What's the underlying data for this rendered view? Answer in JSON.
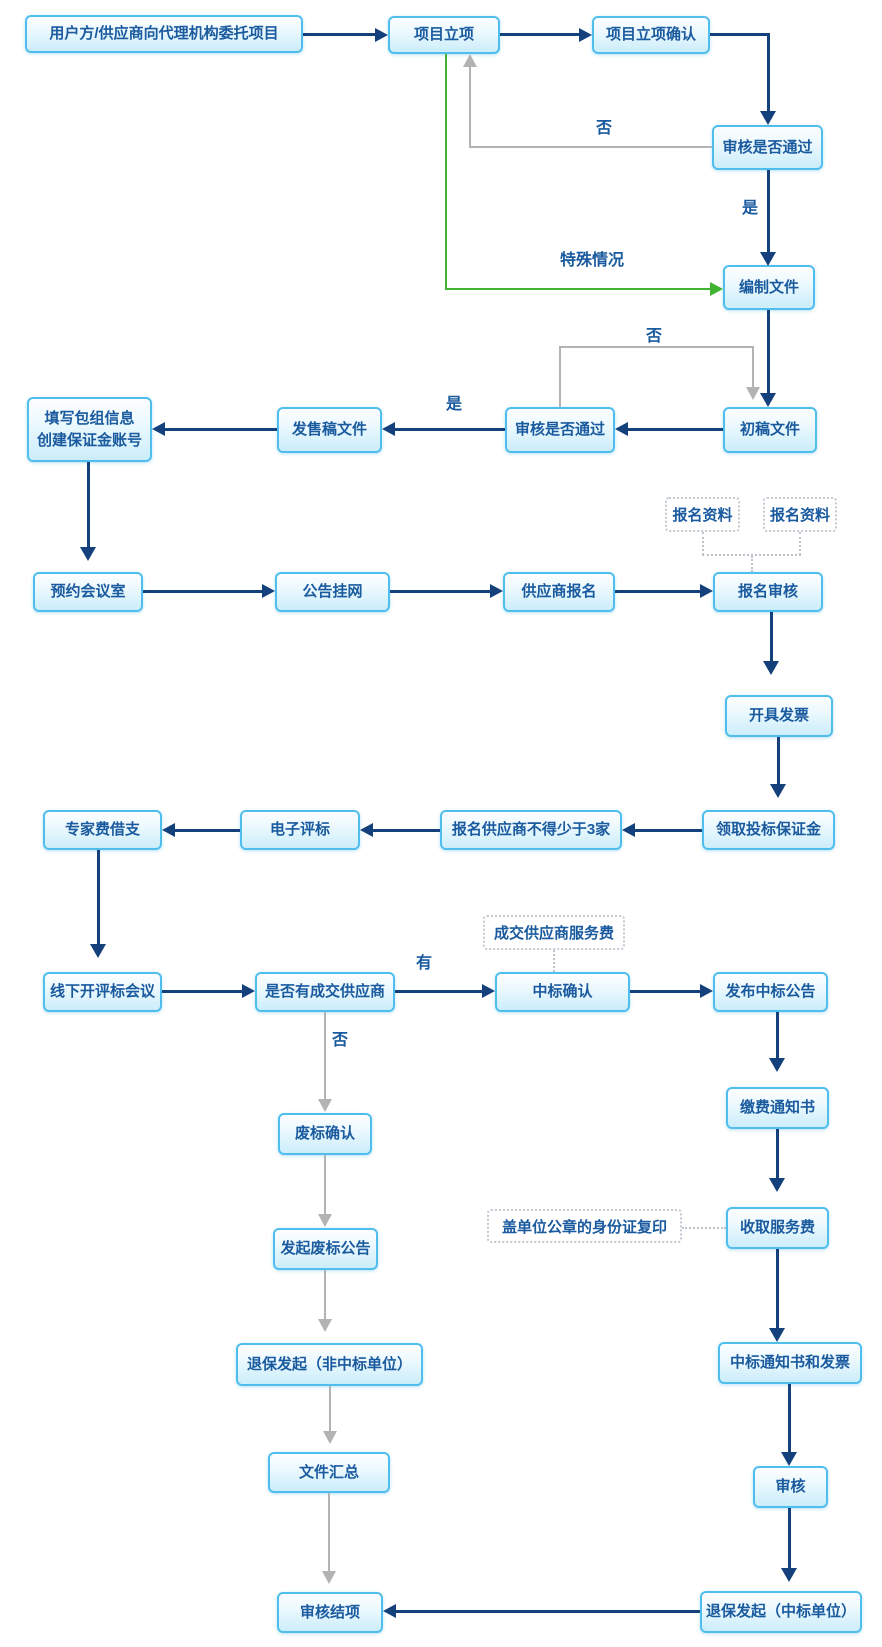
{
  "nodes": {
    "entrust": {
      "label": "用户方/供应商向代理机构委托项目"
    },
    "project_init": {
      "label": "项目立项"
    },
    "project_init_confirm": {
      "label": "项目立项确认"
    },
    "review_pass_1": {
      "label": "审核是否通过"
    },
    "compile_doc": {
      "label": "编制文件"
    },
    "draft_doc": {
      "label": "初稿文件"
    },
    "review_pass_2": {
      "label": "审核是否通过"
    },
    "sale_doc": {
      "label": "发售稿文件"
    },
    "fill_package": {
      "label": "填写包组信息\n创建保证金账号"
    },
    "book_meeting_room": {
      "label": "预约会议室"
    },
    "publish_notice": {
      "label": "公告挂网"
    },
    "supplier_signup": {
      "label": "供应商报名"
    },
    "signup_review": {
      "label": "报名审核"
    },
    "issue_invoice": {
      "label": "开具发票"
    },
    "collect_bid_deposit": {
      "label": "领取投标保证金"
    },
    "min_three_suppliers": {
      "label": "报名供应商不得少于3家"
    },
    "e_evaluation": {
      "label": "电子评标"
    },
    "expert_fee_advance": {
      "label": "专家费借支"
    },
    "offline_bid_meeting": {
      "label": "线下开评标会议"
    },
    "has_deal_supplier": {
      "label": "是否有成交供应商"
    },
    "award_confirm": {
      "label": "中标确认"
    },
    "publish_award_notice": {
      "label": "发布中标公告"
    },
    "failed_bid_confirm": {
      "label": "废标确认"
    },
    "failed_bid_notice": {
      "label": "发起废标公告"
    },
    "refund_non_winner": {
      "label": "退保发起（非中标单位）"
    },
    "doc_summary": {
      "label": "文件汇总"
    },
    "review_close": {
      "label": "审核结项"
    },
    "payment_notice": {
      "label": "缴费通知书"
    },
    "collect_service_fee": {
      "label": "收取服务费"
    },
    "award_notice_invoice": {
      "label": "中标通知书和发票"
    },
    "review_final": {
      "label": "审核"
    },
    "refund_winner": {
      "label": "退保发起（中标单位）"
    }
  },
  "notes": {
    "signup_material_1": {
      "label": "报名资料"
    },
    "signup_material_2": {
      "label": "报名资料"
    },
    "deal_supplier_fee": {
      "label": "成交供应商服务费"
    },
    "id_copy_sealed": {
      "label": "盖单位公章的身份证复印"
    }
  },
  "edge_labels": {
    "no_1": "否",
    "yes_1": "是",
    "special_case": "特殊情况",
    "no_2": "否",
    "yes_2": "是",
    "have": "有",
    "no_3": "否"
  },
  "edges": [
    {
      "from": "entrust",
      "to": "project_init",
      "color": "navy"
    },
    {
      "from": "project_init",
      "to": "project_init_confirm",
      "color": "navy"
    },
    {
      "from": "project_init_confirm",
      "to": "review_pass_1",
      "color": "navy"
    },
    {
      "from": "review_pass_1",
      "to": "project_init",
      "label": "否",
      "color": "gray"
    },
    {
      "from": "review_pass_1",
      "to": "compile_doc",
      "label": "是",
      "color": "navy"
    },
    {
      "from": "project_init",
      "to": "compile_doc",
      "label": "特殊情况",
      "color": "green"
    },
    {
      "from": "compile_doc",
      "to": "draft_doc",
      "color": "navy"
    },
    {
      "from": "review_pass_2",
      "to": "draft_doc",
      "label": "否",
      "color": "gray"
    },
    {
      "from": "draft_doc",
      "to": "review_pass_2",
      "color": "navy"
    },
    {
      "from": "review_pass_2",
      "to": "sale_doc",
      "label": "是",
      "color": "navy"
    },
    {
      "from": "sale_doc",
      "to": "fill_package",
      "color": "navy"
    },
    {
      "from": "fill_package",
      "to": "book_meeting_room",
      "color": "navy"
    },
    {
      "from": "book_meeting_room",
      "to": "publish_notice",
      "color": "navy"
    },
    {
      "from": "publish_notice",
      "to": "supplier_signup",
      "color": "navy"
    },
    {
      "from": "supplier_signup",
      "to": "signup_review",
      "color": "navy"
    },
    {
      "from": "signup_material_1",
      "to": "signup_review",
      "color": "dotted"
    },
    {
      "from": "signup_material_2",
      "to": "signup_review",
      "color": "dotted"
    },
    {
      "from": "signup_review",
      "to": "issue_invoice",
      "color": "navy"
    },
    {
      "from": "issue_invoice",
      "to": "collect_bid_deposit",
      "color": "navy"
    },
    {
      "from": "collect_bid_deposit",
      "to": "min_three_suppliers",
      "color": "navy"
    },
    {
      "from": "min_three_suppliers",
      "to": "e_evaluation",
      "color": "navy"
    },
    {
      "from": "e_evaluation",
      "to": "expert_fee_advance",
      "color": "navy"
    },
    {
      "from": "expert_fee_advance",
      "to": "offline_bid_meeting",
      "color": "navy"
    },
    {
      "from": "offline_bid_meeting",
      "to": "has_deal_supplier",
      "color": "navy"
    },
    {
      "from": "has_deal_supplier",
      "to": "award_confirm",
      "label": "有",
      "color": "navy"
    },
    {
      "from": "deal_supplier_fee",
      "to": "award_confirm",
      "color": "dotted"
    },
    {
      "from": "award_confirm",
      "to": "publish_award_notice",
      "color": "navy"
    },
    {
      "from": "has_deal_supplier",
      "to": "failed_bid_confirm",
      "label": "否",
      "color": "gray"
    },
    {
      "from": "failed_bid_confirm",
      "to": "failed_bid_notice",
      "color": "gray"
    },
    {
      "from": "failed_bid_notice",
      "to": "refund_non_winner",
      "color": "gray"
    },
    {
      "from": "refund_non_winner",
      "to": "doc_summary",
      "color": "gray"
    },
    {
      "from": "doc_summary",
      "to": "review_close",
      "color": "gray"
    },
    {
      "from": "publish_award_notice",
      "to": "payment_notice",
      "color": "navy"
    },
    {
      "from": "payment_notice",
      "to": "collect_service_fee",
      "color": "navy"
    },
    {
      "from": "id_copy_sealed",
      "to": "collect_service_fee",
      "color": "dotted"
    },
    {
      "from": "collect_service_fee",
      "to": "award_notice_invoice",
      "color": "navy"
    },
    {
      "from": "award_notice_invoice",
      "to": "review_final",
      "color": "navy"
    },
    {
      "from": "review_final",
      "to": "refund_winner",
      "color": "navy"
    },
    {
      "from": "refund_winner",
      "to": "review_close",
      "color": "navy"
    }
  ],
  "colors": {
    "node_border": "#4fbeec",
    "node_fill_top": "#fdfeff",
    "node_fill_bottom": "#cbedfa",
    "node_text": "#1a5a9e",
    "arrow_navy": "#14407c",
    "arrow_gray": "#b3b3b3",
    "arrow_green": "#3eb431",
    "note_border": "#c3cad2",
    "background": "#ffffff"
  }
}
